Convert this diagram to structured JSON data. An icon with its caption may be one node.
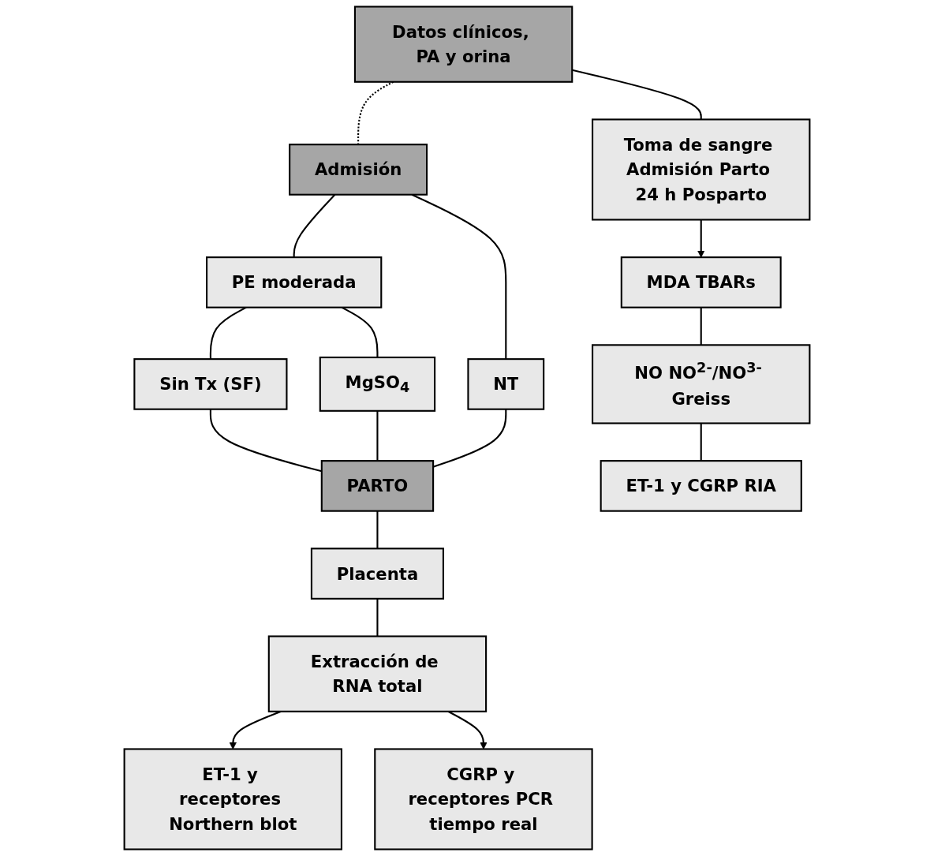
{
  "diagram": {
    "nodes": [
      {
        "text": [
          "Datos clínicos, PA y orina"
        ]
      },
      {
        "text": [
          "Admisión"
        ]
      },
      {
        "text": [
          "Toma de sangre Admisión Parto 24 h Posparto"
        ]
      },
      {
        "text": [
          "PE moderada"
        ]
      },
      {
        "text": [
          "NT"
        ]
      },
      {
        "text": [
          "MDA TBARs"
        ]
      },
      {
        "text": [
          "Sin Tx (SF)"
        ]
      },
      {
        "text": [
          "MgSO$_{4}$"
        ]
      },
      {
        "text": [
          "PARTO"
        ]
      },
      {
        "text": [
          "NO NO$^{2-}$/NO$^{3-}$ Greiss"
        ]
      },
      {
        "text": [
          "Placenta"
        ]
      },
      {
        "text": [
          "ET-1 y CGRP RIA"
        ]
      },
      {
        "text": [
          "Extracción de RNA total"
        ]
      },
      {
        "text": [
          "ET-1 y receptores Northern blot"
        ]
      },
      {
        "text": [
          "CGRP y receptores PCR tiempo real"
        ]
      }
    ],
    "edges": [
      {
        "from": 0,
        "to": 1,
        "arrow": "none",
        "style": "dashed"
      },
      {
        "from": 0,
        "to": 2,
        "arrow": "none"
      },
      {
        "from": 1,
        "to": 3,
        "arrow": "none"
      },
      {
        "from": 1,
        "to": 4,
        "arrow": "none"
      },
      {
        "from": 2,
        "to": 5,
        "arrow": "to"
      },
      {
        "from": 3,
        "to": 6,
        "arrow": "none"
      },
      {
        "from": 3,
        "to": 7,
        "arrow": "none"
      },
      {
        "from": 6,
        "to": 8,
        "arrow": "none"
      },
      {
        "from": 7,
        "to": 8,
        "arrow": "none"
      },
      {
        "from": 4,
        "to": 8,
        "arrow": "none"
      },
      {
        "from": 5,
        "to": 9,
        "arrow": "none"
      },
      {
        "from": 8,
        "to": 10,
        "arrow": "none"
      },
      {
        "from": 9,
        "to": 11,
        "arrow": "none"
      },
      {
        "from": 10,
        "to": 12,
        "arrow": "none"
      },
      {
        "from": 12,
        "to": 13,
        "arrow": "to"
      },
      {
        "from": 12,
        "to": 14,
        "arrow": "to"
      }
    ]
  }
}
